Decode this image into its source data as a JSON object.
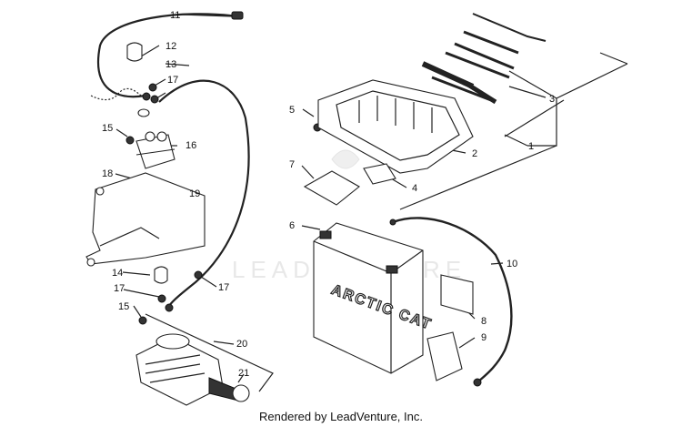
{
  "watermark": "LEADVENTURE",
  "footer_text": "Rendered by LeadVenture, Inc.",
  "battery_brand": "ARCTIC CAT",
  "callouts": [
    "1",
    "2",
    "3",
    "4",
    "5",
    "6",
    "7",
    "8",
    "9",
    "10",
    "11",
    "12",
    "13",
    "14",
    "15",
    "15",
    "16",
    "17",
    "17",
    "17",
    "18",
    "19",
    "20",
    "21"
  ]
}
